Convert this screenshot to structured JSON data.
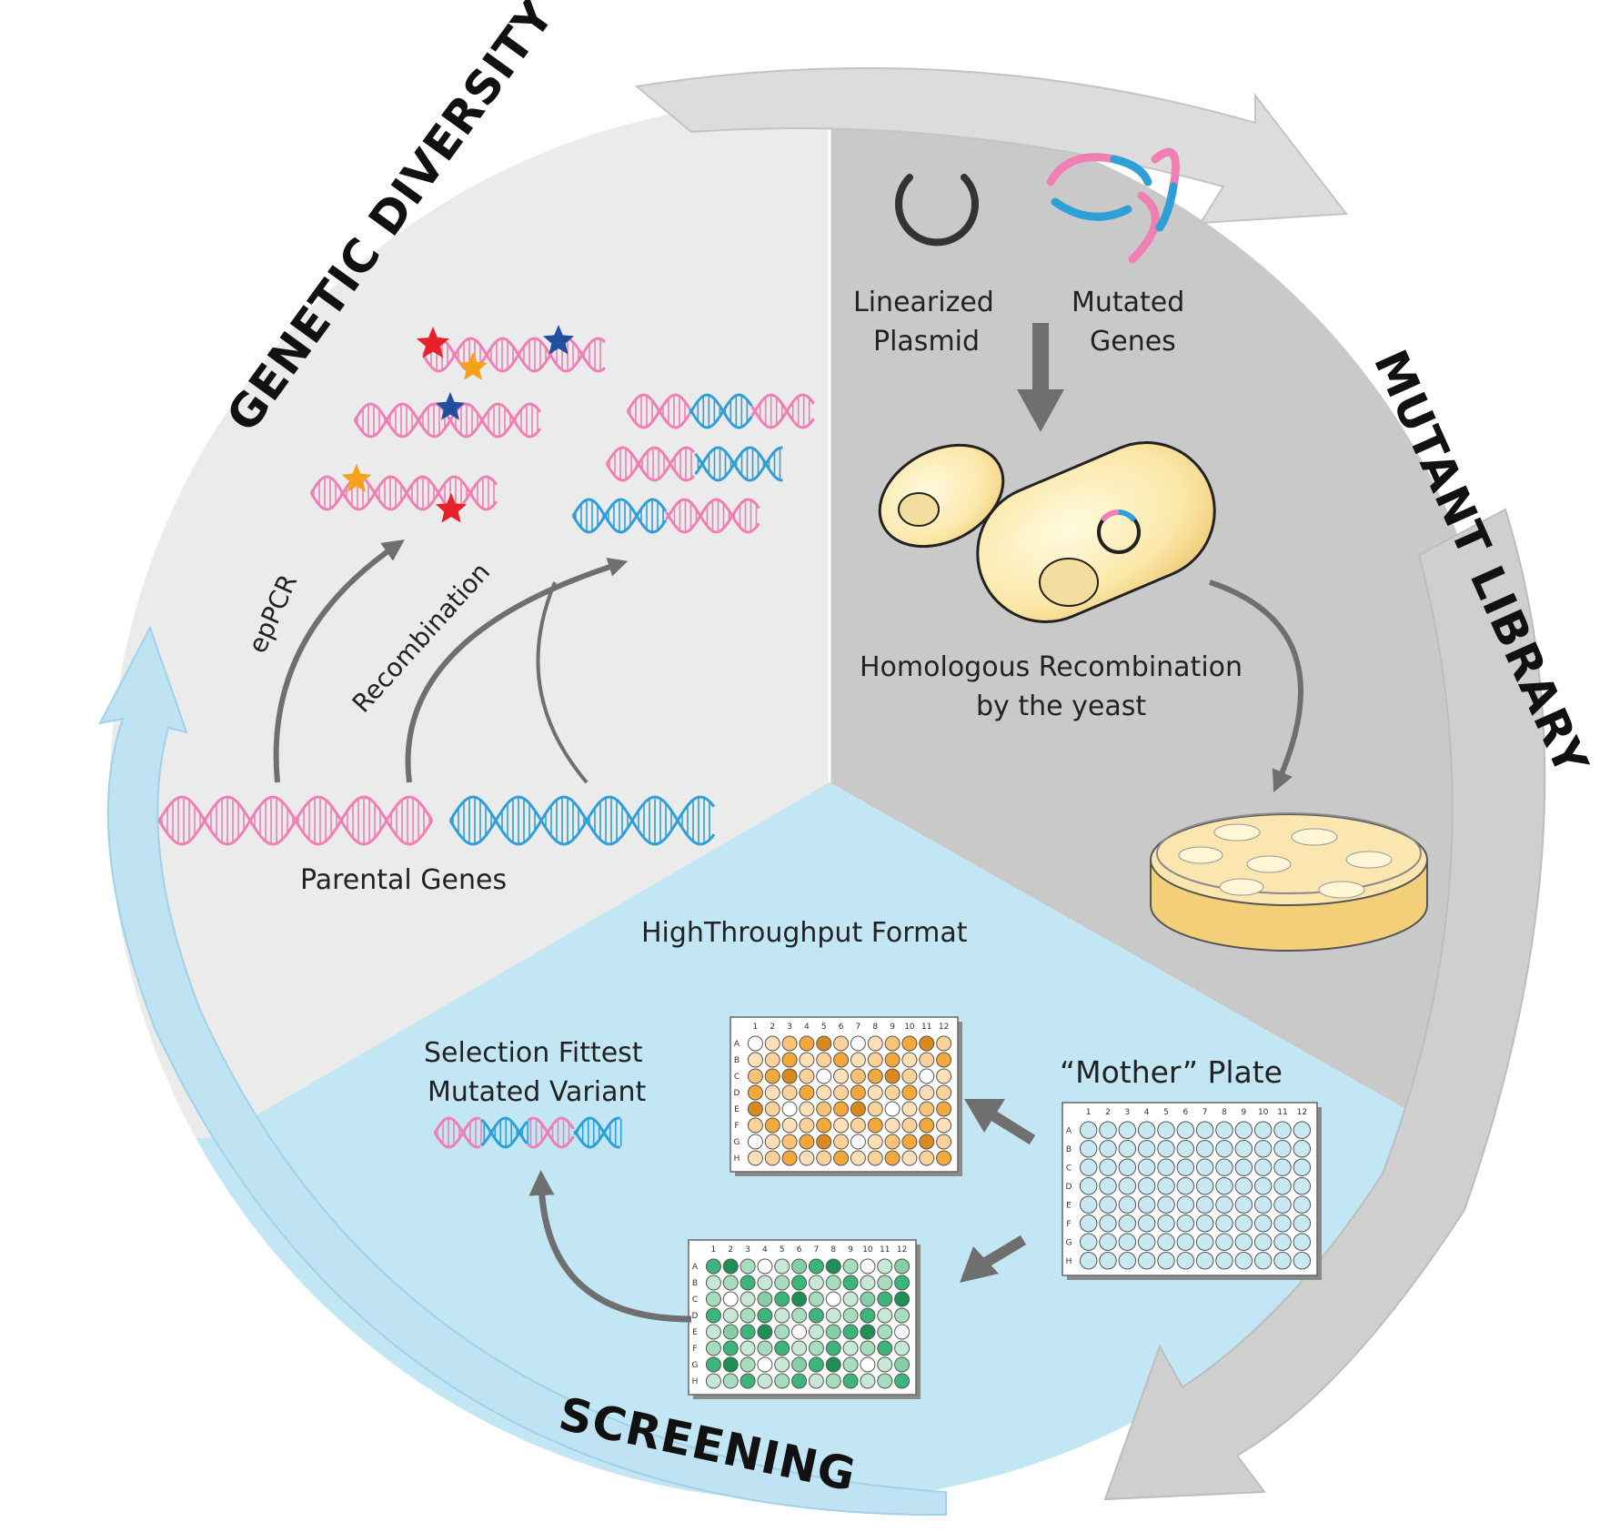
{
  "sections": {
    "genetic_diversity": "GENETIC DIVERSITY",
    "mutant_library": "MUTANT LIBRARY",
    "screening": "SCREENING"
  },
  "labels": {
    "linearized_plasmid": [
      "Linearized",
      "Plasmid"
    ],
    "mutated_genes": [
      "Mutated",
      "Genes"
    ],
    "homologous_recombination": [
      "Homologous Recombination",
      "by the yeast"
    ],
    "epPCR": "epPCR",
    "recombination": "Recombination",
    "parental_genes": "Parental Genes",
    "high_throughput": "HighThroughput Format",
    "mother_plate": "“Mother” Plate",
    "selection": [
      "Selection Fittest",
      "Mutated Variant"
    ]
  },
  "plate": {
    "columns": [
      "1",
      "2",
      "3",
      "4",
      "5",
      "6",
      "7",
      "8",
      "9",
      "10",
      "11",
      "12"
    ],
    "rows": [
      "A",
      "B",
      "C",
      "D",
      "E",
      "F",
      "G",
      "H"
    ]
  },
  "colors": {
    "pink": "#ef7fb4",
    "blue": "#2f9fd8",
    "sector_light": "#ecebec",
    "sector_gray": "#c9c9c9",
    "sector_blue": "#c3e6f4",
    "arrow_gray": "#cfcfcf",
    "arrow_blue": "#bfe3f3",
    "star_red": "#e8202a",
    "star_orange": "#f5a11a",
    "star_blue": "#1f4f9f"
  }
}
